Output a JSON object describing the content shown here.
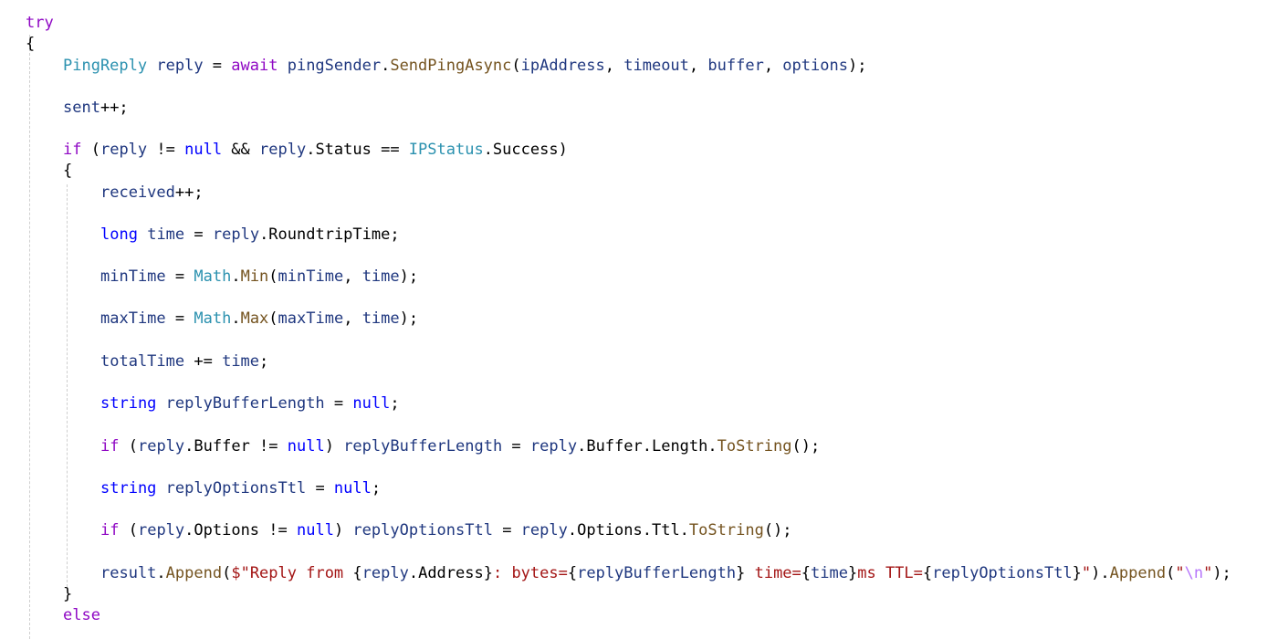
{
  "editor": {
    "colors": {
      "keyword_control": "#8f08c4",
      "keyword": "#0000ff",
      "type": "#2b91af",
      "method": "#74531f",
      "variable": "#1f377f",
      "string": "#a31515",
      "escape": "#b776fb",
      "plain": "#000000"
    },
    "lines": [
      {
        "indent": 0,
        "tokens": [
          {
            "t": "try",
            "c": "keyword_control"
          }
        ]
      },
      {
        "indent": 0,
        "tokens": [
          {
            "t": "{",
            "c": "plain"
          }
        ]
      },
      {
        "indent": 1,
        "tokens": [
          {
            "t": "PingReply",
            "c": "type"
          },
          {
            "t": " ",
            "c": "plain"
          },
          {
            "t": "reply",
            "c": "variable"
          },
          {
            "t": " = ",
            "c": "plain"
          },
          {
            "t": "await",
            "c": "keyword_control"
          },
          {
            "t": " ",
            "c": "plain"
          },
          {
            "t": "pingSender",
            "c": "variable"
          },
          {
            "t": ".",
            "c": "plain"
          },
          {
            "t": "SendPingAsync",
            "c": "method"
          },
          {
            "t": "(",
            "c": "plain"
          },
          {
            "t": "ipAddress",
            "c": "variable"
          },
          {
            "t": ", ",
            "c": "plain"
          },
          {
            "t": "timeout",
            "c": "variable"
          },
          {
            "t": ", ",
            "c": "plain"
          },
          {
            "t": "buffer",
            "c": "variable"
          },
          {
            "t": ", ",
            "c": "plain"
          },
          {
            "t": "options",
            "c": "variable"
          },
          {
            "t": ");",
            "c": "plain"
          }
        ]
      },
      {
        "indent": 1,
        "tokens": [
          {
            "t": "sent",
            "c": "variable"
          },
          {
            "t": "++;",
            "c": "plain"
          }
        ]
      },
      {
        "indent": 1,
        "tokens": [
          {
            "t": "if",
            "c": "keyword_control"
          },
          {
            "t": " (",
            "c": "plain"
          },
          {
            "t": "reply",
            "c": "variable"
          },
          {
            "t": " != ",
            "c": "plain"
          },
          {
            "t": "null",
            "c": "keyword"
          },
          {
            "t": " && ",
            "c": "plain"
          },
          {
            "t": "reply",
            "c": "variable"
          },
          {
            "t": ".Status == ",
            "c": "plain"
          },
          {
            "t": "IPStatus",
            "c": "type"
          },
          {
            "t": ".Success)",
            "c": "plain"
          }
        ]
      },
      {
        "indent": 1,
        "tokens": [
          {
            "t": "{",
            "c": "plain"
          }
        ]
      },
      {
        "indent": 2,
        "tokens": [
          {
            "t": "received",
            "c": "variable"
          },
          {
            "t": "++;",
            "c": "plain"
          }
        ]
      },
      {
        "indent": 2,
        "tokens": [
          {
            "t": "long",
            "c": "keyword"
          },
          {
            "t": " ",
            "c": "plain"
          },
          {
            "t": "time",
            "c": "variable"
          },
          {
            "t": " = ",
            "c": "plain"
          },
          {
            "t": "reply",
            "c": "variable"
          },
          {
            "t": ".RoundtripTime;",
            "c": "plain"
          }
        ]
      },
      {
        "indent": 2,
        "tokens": [
          {
            "t": "minTime",
            "c": "variable"
          },
          {
            "t": " = ",
            "c": "plain"
          },
          {
            "t": "Math",
            "c": "type"
          },
          {
            "t": ".",
            "c": "plain"
          },
          {
            "t": "Min",
            "c": "method"
          },
          {
            "t": "(",
            "c": "plain"
          },
          {
            "t": "minTime",
            "c": "variable"
          },
          {
            "t": ", ",
            "c": "plain"
          },
          {
            "t": "time",
            "c": "variable"
          },
          {
            "t": ");",
            "c": "plain"
          }
        ]
      },
      {
        "indent": 2,
        "tokens": [
          {
            "t": "maxTime",
            "c": "variable"
          },
          {
            "t": " = ",
            "c": "plain"
          },
          {
            "t": "Math",
            "c": "type"
          },
          {
            "t": ".",
            "c": "plain"
          },
          {
            "t": "Max",
            "c": "method"
          },
          {
            "t": "(",
            "c": "plain"
          },
          {
            "t": "maxTime",
            "c": "variable"
          },
          {
            "t": ", ",
            "c": "plain"
          },
          {
            "t": "time",
            "c": "variable"
          },
          {
            "t": ");",
            "c": "plain"
          }
        ]
      },
      {
        "indent": 2,
        "tokens": [
          {
            "t": "totalTime",
            "c": "variable"
          },
          {
            "t": " += ",
            "c": "plain"
          },
          {
            "t": "time",
            "c": "variable"
          },
          {
            "t": ";",
            "c": "plain"
          }
        ]
      },
      {
        "indent": 2,
        "tokens": [
          {
            "t": "string",
            "c": "keyword"
          },
          {
            "t": " ",
            "c": "plain"
          },
          {
            "t": "replyBufferLength",
            "c": "variable"
          },
          {
            "t": " = ",
            "c": "plain"
          },
          {
            "t": "null",
            "c": "keyword"
          },
          {
            "t": ";",
            "c": "plain"
          }
        ]
      },
      {
        "indent": 2,
        "tokens": [
          {
            "t": "if",
            "c": "keyword_control"
          },
          {
            "t": " (",
            "c": "plain"
          },
          {
            "t": "reply",
            "c": "variable"
          },
          {
            "t": ".Buffer != ",
            "c": "plain"
          },
          {
            "t": "null",
            "c": "keyword"
          },
          {
            "t": ") ",
            "c": "plain"
          },
          {
            "t": "replyBufferLength",
            "c": "variable"
          },
          {
            "t": " = ",
            "c": "plain"
          },
          {
            "t": "reply",
            "c": "variable"
          },
          {
            "t": ".Buffer.Length.",
            "c": "plain"
          },
          {
            "t": "ToString",
            "c": "method"
          },
          {
            "t": "();",
            "c": "plain"
          }
        ]
      },
      {
        "indent": 2,
        "tokens": [
          {
            "t": "string",
            "c": "keyword"
          },
          {
            "t": " ",
            "c": "plain"
          },
          {
            "t": "replyOptionsTtl",
            "c": "variable"
          },
          {
            "t": " = ",
            "c": "plain"
          },
          {
            "t": "null",
            "c": "keyword"
          },
          {
            "t": ";",
            "c": "plain"
          }
        ]
      },
      {
        "indent": 2,
        "tokens": [
          {
            "t": "if",
            "c": "keyword_control"
          },
          {
            "t": " (",
            "c": "plain"
          },
          {
            "t": "reply",
            "c": "variable"
          },
          {
            "t": ".Options != ",
            "c": "plain"
          },
          {
            "t": "null",
            "c": "keyword"
          },
          {
            "t": ") ",
            "c": "plain"
          },
          {
            "t": "replyOptionsTtl",
            "c": "variable"
          },
          {
            "t": " = ",
            "c": "plain"
          },
          {
            "t": "reply",
            "c": "variable"
          },
          {
            "t": ".Options.Ttl.",
            "c": "plain"
          },
          {
            "t": "ToString",
            "c": "method"
          },
          {
            "t": "();",
            "c": "plain"
          }
        ]
      },
      {
        "indent": 2,
        "tokens": [
          {
            "t": "result",
            "c": "variable"
          },
          {
            "t": ".",
            "c": "plain"
          },
          {
            "t": "Append",
            "c": "method"
          },
          {
            "t": "(",
            "c": "plain"
          },
          {
            "t": "$\"Reply from ",
            "c": "string"
          },
          {
            "t": "{",
            "c": "plain"
          },
          {
            "t": "reply",
            "c": "variable"
          },
          {
            "t": ".Address}",
            "c": "plain"
          },
          {
            "t": ": bytes=",
            "c": "string"
          },
          {
            "t": "{",
            "c": "plain"
          },
          {
            "t": "replyBufferLength",
            "c": "variable"
          },
          {
            "t": "}",
            "c": "plain"
          },
          {
            "t": " time=",
            "c": "string"
          },
          {
            "t": "{",
            "c": "plain"
          },
          {
            "t": "time",
            "c": "variable"
          },
          {
            "t": "}",
            "c": "plain"
          },
          {
            "t": "ms TTL=",
            "c": "string"
          },
          {
            "t": "{",
            "c": "plain"
          },
          {
            "t": "replyOptionsTtl",
            "c": "variable"
          },
          {
            "t": "}",
            "c": "plain"
          },
          {
            "t": "\"",
            "c": "string"
          },
          {
            "t": ").",
            "c": "plain"
          },
          {
            "t": "Append",
            "c": "method"
          },
          {
            "t": "(",
            "c": "plain"
          },
          {
            "t": "\"",
            "c": "string"
          },
          {
            "t": "\\n",
            "c": "escape"
          },
          {
            "t": "\"",
            "c": "string"
          },
          {
            "t": ");",
            "c": "plain"
          }
        ]
      },
      {
        "indent": 1,
        "tokens": [
          {
            "t": "}",
            "c": "plain"
          }
        ]
      },
      {
        "indent": 1,
        "tokens": [
          {
            "t": "else",
            "c": "keyword_control"
          }
        ]
      }
    ]
  }
}
